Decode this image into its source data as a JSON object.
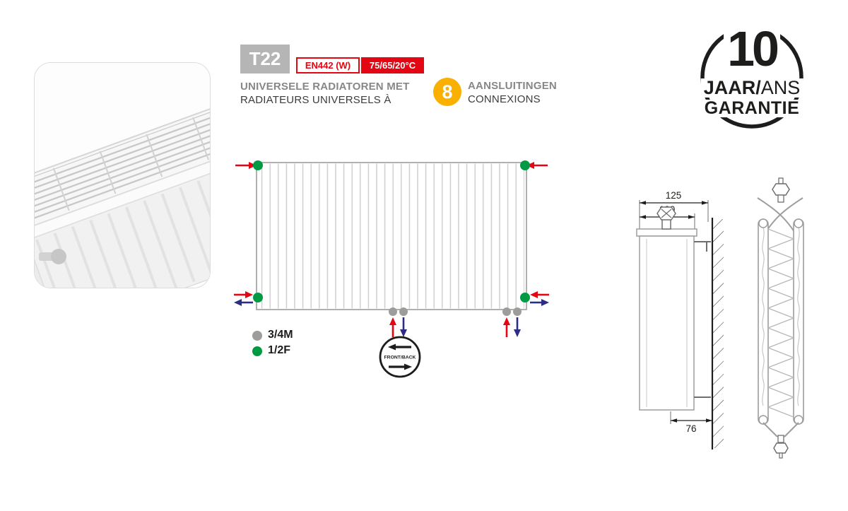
{
  "header": {
    "model": "T22",
    "standard": "EN442 (W)",
    "temperature": "75/65/20°C",
    "title_nl": "UNIVERSELE RADIATOREN MET",
    "title_fr": "RADIATEURS UNIVERSELS À",
    "connections_count": "8",
    "connections_nl": "AANSLUITINGEN",
    "connections_fr": "CONNEXIONS"
  },
  "legend": {
    "items": [
      {
        "color": "#9d9d9c",
        "label": "3/4M"
      },
      {
        "color": "#009a44",
        "label": "1/2F"
      }
    ],
    "stamp": "FRONT/BACK"
  },
  "dimensions": {
    "total_depth": "125",
    "panel_depth": "100",
    "wall_distance": "76"
  },
  "badge": {
    "number": "10",
    "word_nl": "JAAR",
    "separator": "/",
    "word_fr": "ANS",
    "word2": "GARANTIE"
  },
  "colors": {
    "accent_red": "#e30613",
    "flow_blue": "#2d2e83",
    "connection_green": "#009a44",
    "connection_gray": "#9d9d9c",
    "badge_orange": "#f9b000",
    "text_gray": "#878787",
    "text_dark": "#1d1d1b"
  }
}
